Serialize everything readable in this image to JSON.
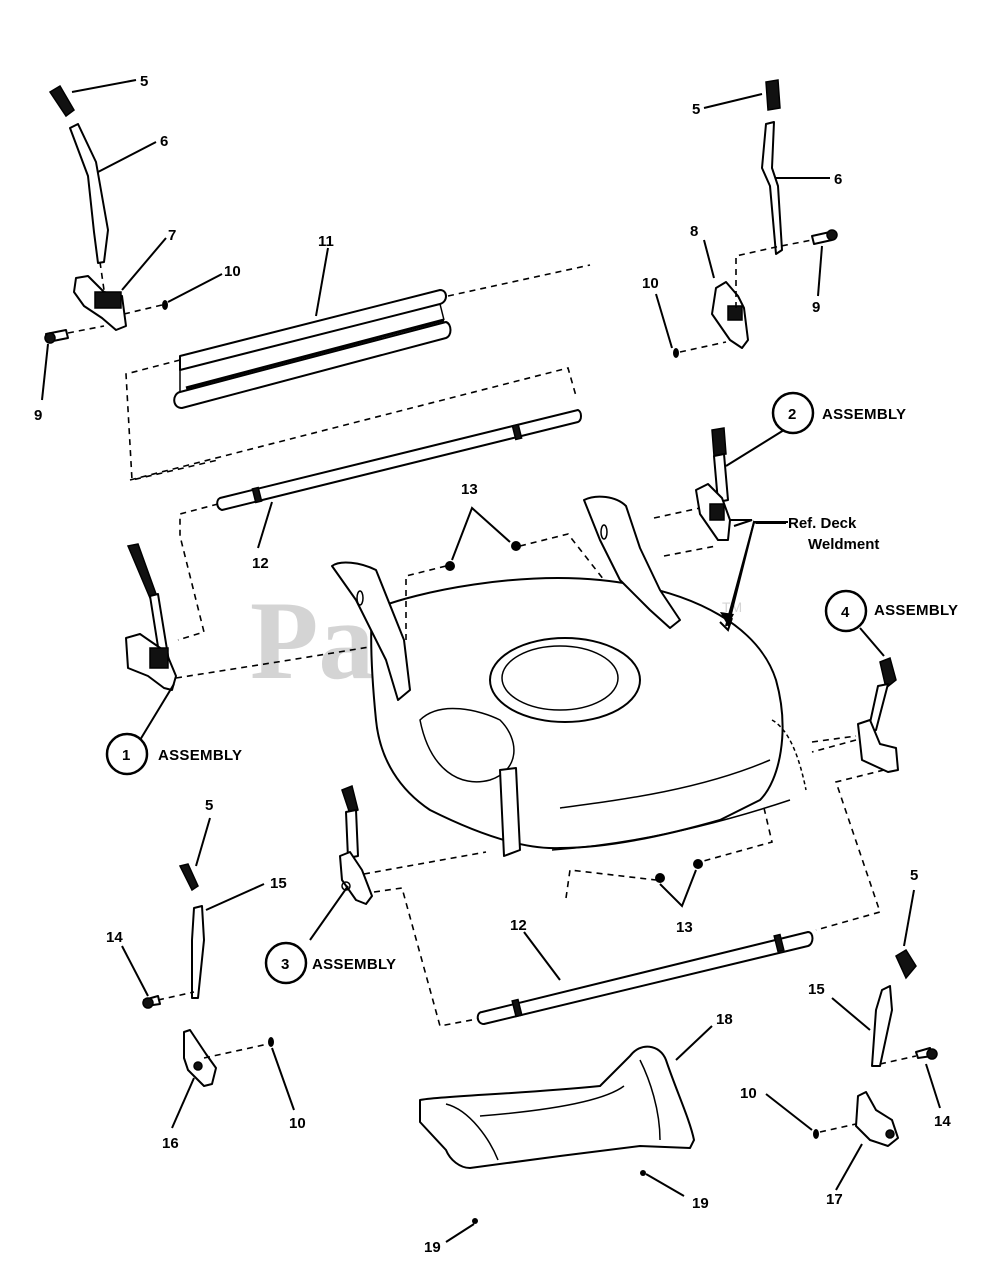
{
  "diagram": {
    "title": "Deck and Height Adjustment Parts Diagram",
    "watermark": "PartsTree",
    "watermark_tm": "TM",
    "reference_label_line1": "Ref. Deck",
    "reference_label_line2": "Weldment",
    "assemblies": [
      {
        "number": "1",
        "label": "ASSEMBLY"
      },
      {
        "number": "2",
        "label": "ASSEMBLY"
      },
      {
        "number": "3",
        "label": "ASSEMBLY"
      },
      {
        "number": "4",
        "label": "ASSEMBLY"
      }
    ],
    "callouts": [
      {
        "id": "c-5-tl",
        "number": "5"
      },
      {
        "id": "c-6-tl",
        "number": "6"
      },
      {
        "id": "c-7",
        "number": "7"
      },
      {
        "id": "c-10-tl",
        "number": "10"
      },
      {
        "id": "c-9-tl",
        "number": "9"
      },
      {
        "id": "c-11",
        "number": "11"
      },
      {
        "id": "c-5-tr",
        "number": "5"
      },
      {
        "id": "c-6-tr",
        "number": "6"
      },
      {
        "id": "c-8",
        "number": "8"
      },
      {
        "id": "c-9-tr",
        "number": "9"
      },
      {
        "id": "c-10-tr",
        "number": "10"
      },
      {
        "id": "c-12-top",
        "number": "12"
      },
      {
        "id": "c-13-top",
        "number": "13"
      },
      {
        "id": "c-5-ml",
        "number": "5"
      },
      {
        "id": "c-15-l",
        "number": "15"
      },
      {
        "id": "c-14-l",
        "number": "14"
      },
      {
        "id": "c-16",
        "number": "16"
      },
      {
        "id": "c-10-bl",
        "number": "10"
      },
      {
        "id": "c-13-bot",
        "number": "13"
      },
      {
        "id": "c-12-bot",
        "number": "12"
      },
      {
        "id": "c-18",
        "number": "18"
      },
      {
        "id": "c-5-br",
        "number": "5"
      },
      {
        "id": "c-15-r",
        "number": "15"
      },
      {
        "id": "c-14-r",
        "number": "14"
      },
      {
        "id": "c-10-br",
        "number": "10"
      },
      {
        "id": "c-17",
        "number": "17"
      },
      {
        "id": "c-19-a",
        "number": "19"
      },
      {
        "id": "c-19-b",
        "number": "19"
      }
    ]
  }
}
